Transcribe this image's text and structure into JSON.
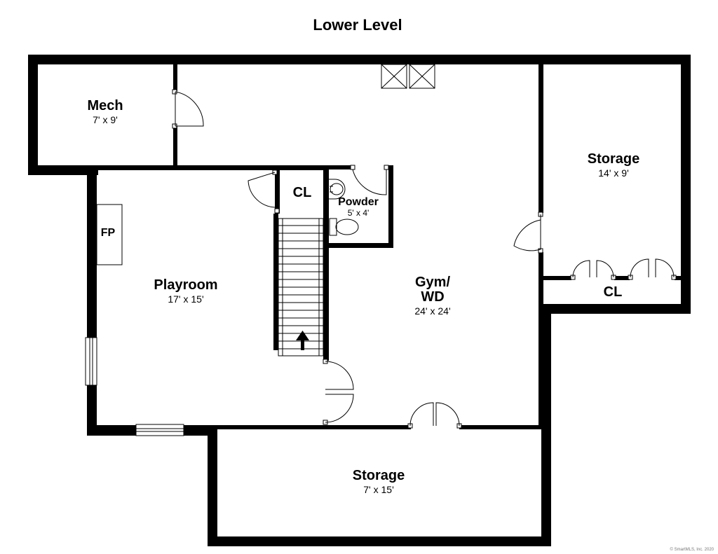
{
  "title": "Lower Level",
  "rooms": {
    "mech": {
      "name": "Mech",
      "dim": "7' x 9'"
    },
    "cl_top": {
      "name": "CL"
    },
    "powder": {
      "name": "Powder",
      "dim": "5' x 4'"
    },
    "storage_right": {
      "name": "Storage",
      "dim": "14' x 9'"
    },
    "cl_right": {
      "name": "CL"
    },
    "fp": {
      "name": "FP"
    },
    "playroom": {
      "name": "Playroom",
      "dim": "17' x 15'"
    },
    "gym": {
      "name": "Gym/",
      "name2": "WD",
      "dim": "24' x 24'"
    },
    "storage_bottom": {
      "name": "Storage",
      "dim": "7' x 15'"
    }
  },
  "copyright": "© SmartMLS, Inc. 2020"
}
